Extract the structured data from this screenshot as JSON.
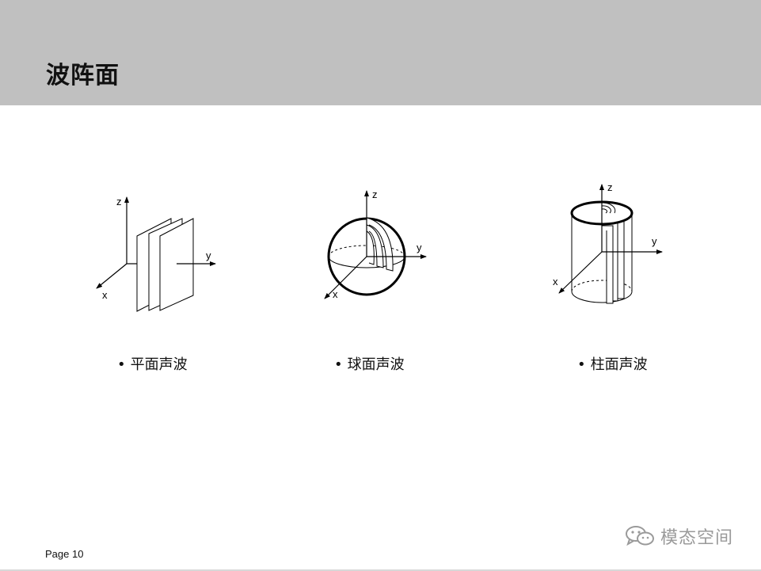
{
  "page": {
    "title": "波阵面",
    "footer": "Page 10",
    "watermark": "模态空间",
    "bullet": "•"
  },
  "diagrams": [
    {
      "caption": "平面声波",
      "axes": {
        "z": "z",
        "y": "y",
        "x": "x"
      }
    },
    {
      "caption": "球面声波",
      "axes": {
        "z": "z",
        "y": "y",
        "x": "x"
      }
    },
    {
      "caption": "柱面声波",
      "axes": {
        "z": "z",
        "y": "y",
        "x": "x"
      }
    }
  ],
  "colors": {
    "header_bg": "#c0c0c0",
    "line": "#000000",
    "watermark": "#9a9a9a"
  }
}
